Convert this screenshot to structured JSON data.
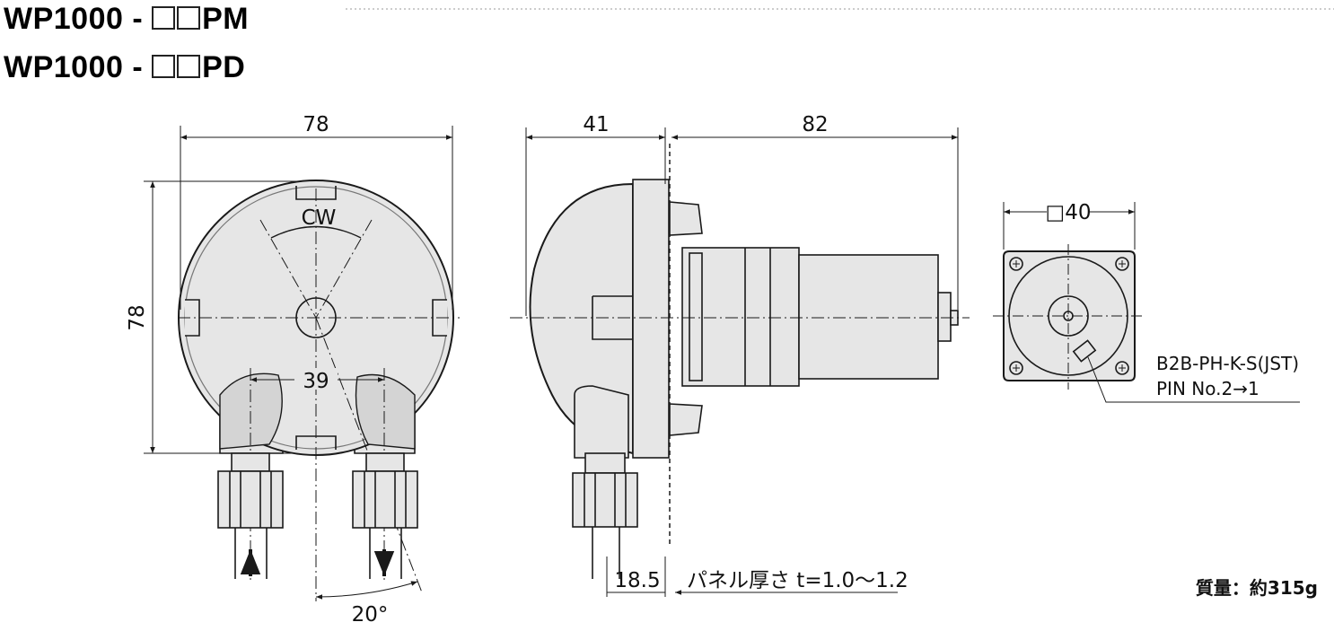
{
  "titles": {
    "line1_prefix": "WP1000 - ",
    "line1_suffix": "PM",
    "line2_prefix": "WP1000 - ",
    "line2_suffix": "PD"
  },
  "dimensions": {
    "front_width": "78",
    "front_height": "78",
    "rotation": "CW",
    "port_spacing": "39",
    "angle": "20°",
    "side_front": "41",
    "side_rear": "82",
    "side_offset": "18.5",
    "panel_note": "パネル厚さ t=1.0〜1.2",
    "square": "□40"
  },
  "notes": {
    "connector": "B2B-PH-K-S(JST)",
    "pin": "PIN No.2→1",
    "mass": "質量：約315g"
  },
  "colors": {
    "body_fill": "#e6e6e6",
    "line": "#1a1a1a"
  }
}
